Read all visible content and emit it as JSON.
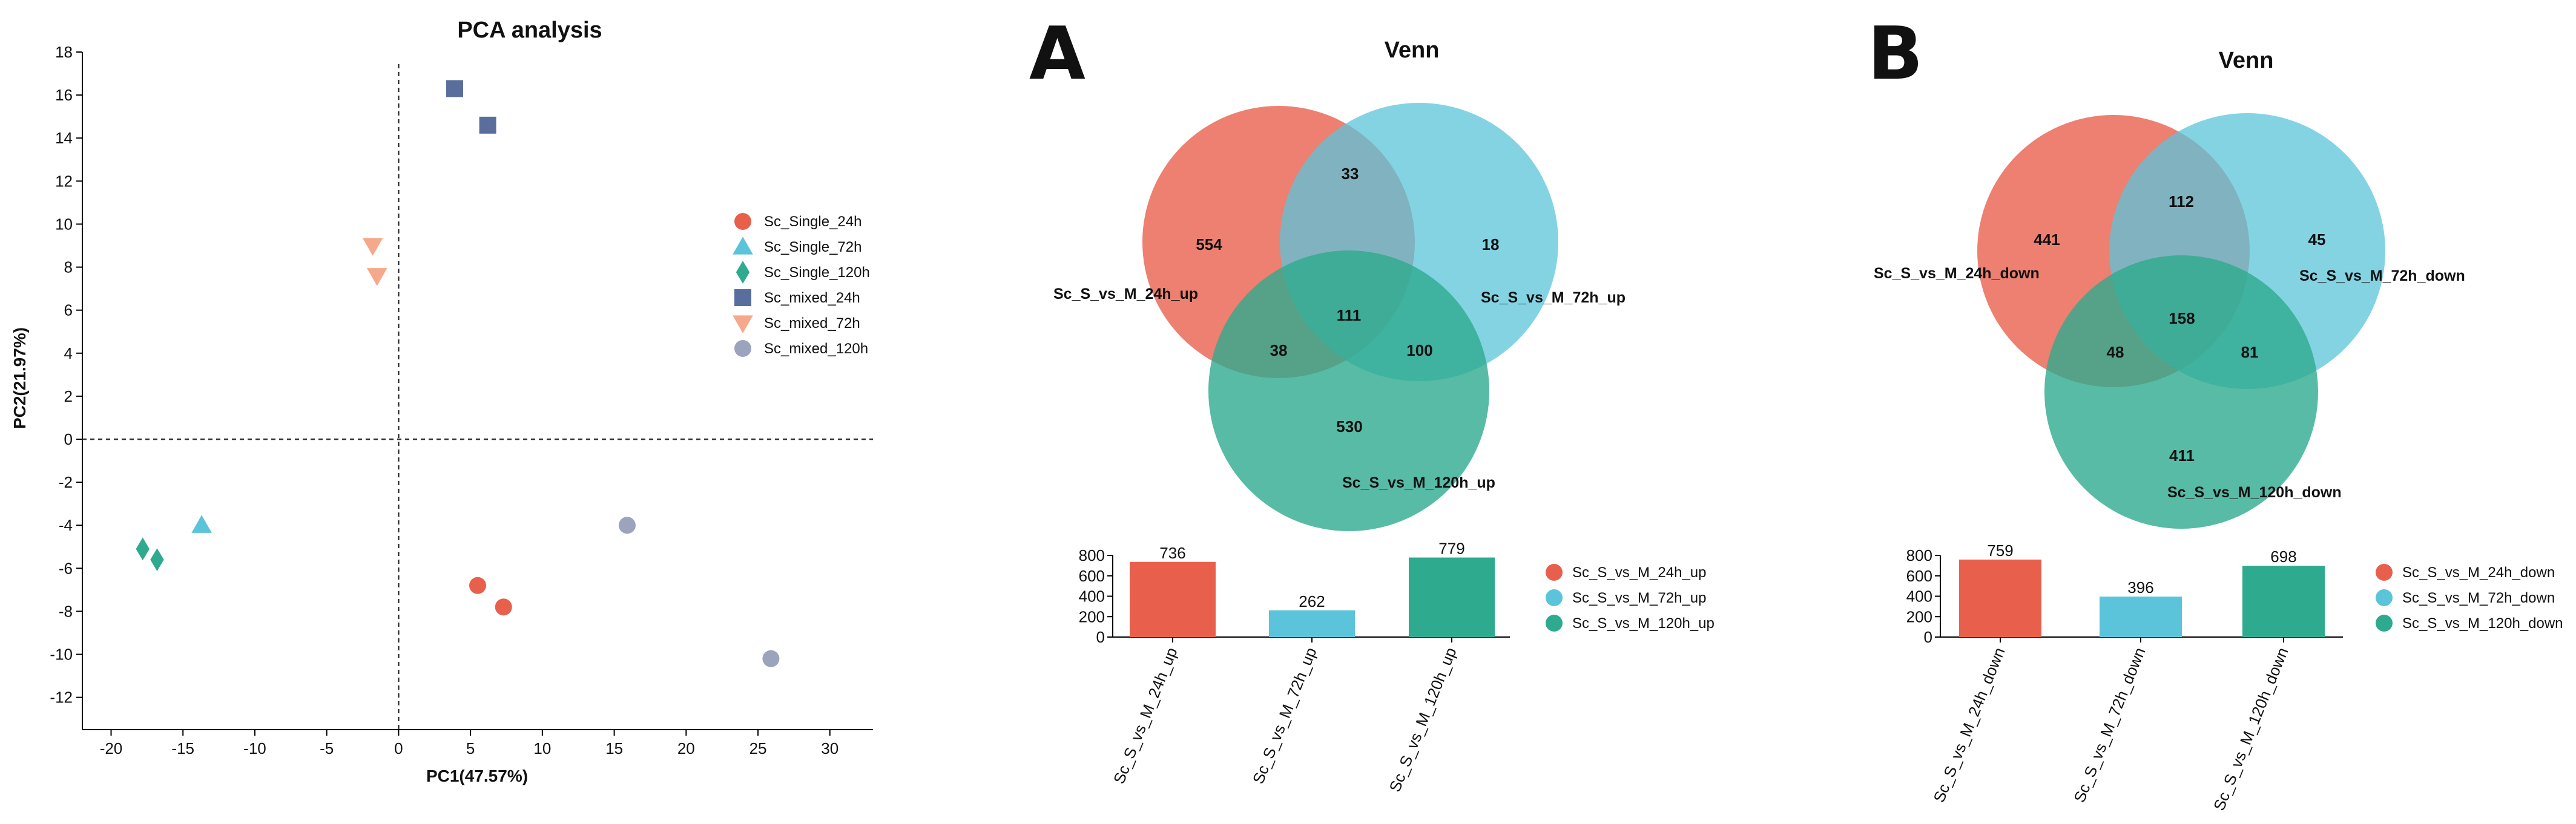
{
  "chart_data": [
    {
      "type": "scatter",
      "title": "PCA analysis",
      "xlabel": "PC1(47.57%)",
      "ylabel": "PC2(21.97%)",
      "xlim": [
        -22,
        33
      ],
      "ylim": [
        -13.5,
        18
      ],
      "xticks": [
        -20,
        -15,
        -10,
        -5,
        0,
        5,
        10,
        15,
        20,
        25,
        30
      ],
      "yticks": [
        18,
        16,
        14,
        12,
        10,
        8,
        6,
        4,
        2,
        0,
        -2,
        -4,
        -6,
        -8,
        -10,
        -12
      ],
      "reference_lines": {
        "x": 0,
        "y": 0,
        "style": "dashed"
      },
      "legend_position": "right",
      "series": [
        {
          "name": "Sc_Single_24h",
          "marker": "circle",
          "color": "#E8604C",
          "points": [
            [
              5.5,
              -6.8
            ],
            [
              7.3,
              -7.8
            ]
          ]
        },
        {
          "name": "Sc_Single_72h",
          "marker": "triangle-up",
          "color": "#5BC4DA",
          "points": [
            [
              -13.7,
              -4.0
            ]
          ]
        },
        {
          "name": "Sc_Single_120h",
          "marker": "diamond",
          "color": "#2EAA8E",
          "points": [
            [
              -17.8,
              -5.1
            ],
            [
              -16.8,
              -5.6
            ]
          ]
        },
        {
          "name": "Sc_mixed_24h",
          "marker": "square",
          "color": "#596E9C",
          "points": [
            [
              3.9,
              16.3
            ],
            [
              6.2,
              14.6
            ]
          ]
        },
        {
          "name": "Sc_mixed_72h",
          "marker": "triangle-down",
          "color": "#F5A98A",
          "points": [
            [
              -1.8,
              9.0
            ],
            [
              -1.5,
              7.6
            ]
          ]
        },
        {
          "name": "Sc_mixed_120h",
          "marker": "circle",
          "color": "#9CA3BD",
          "points": [
            [
              15.9,
              -4.0
            ],
            [
              25.9,
              -10.2
            ]
          ]
        }
      ]
    },
    {
      "type": "venn",
      "panel": "A",
      "title": "Venn",
      "sets": [
        "Sc_S_vs_M_24h_up",
        "Sc_S_vs_M_72h_up",
        "Sc_S_vs_M_120h_up"
      ],
      "colors": [
        "#E8604C",
        "#5BC4DA",
        "#2EAA8E"
      ],
      "regions": {
        "a": 554,
        "b": 18,
        "c": 530,
        "ab": 33,
        "ac": 38,
        "bc": 100,
        "abc": 111
      }
    },
    {
      "type": "bar",
      "panel": "A",
      "categories": [
        "Sc_S_vs_M_24h_up",
        "Sc_S_vs_M_72h_up",
        "Sc_S_vs_M_120h_up"
      ],
      "values": [
        736,
        262,
        779
      ],
      "colors": [
        "#E8604C",
        "#5BC4DA",
        "#2EAA8E"
      ],
      "ylim": [
        0,
        800
      ],
      "yticks": [
        0,
        200,
        400,
        600,
        800
      ],
      "legend": [
        "Sc_S_vs_M_24h_up",
        "Sc_S_vs_M_72h_up",
        "Sc_S_vs_M_120h_up"
      ],
      "legend_position": "right"
    },
    {
      "type": "venn",
      "panel": "B",
      "title": "Venn",
      "sets": [
        "Sc_S_vs_M_24h_down",
        "Sc_S_vs_M_72h_down",
        "Sc_S_vs_M_120h_down"
      ],
      "colors": [
        "#E8604C",
        "#5BC4DA",
        "#2EAA8E"
      ],
      "regions": {
        "a": 441,
        "b": 45,
        "c": 411,
        "ab": 112,
        "ac": 48,
        "bc": 81,
        "abc": 158
      }
    },
    {
      "type": "bar",
      "panel": "B",
      "categories": [
        "Sc_S_vs_M_24h_down",
        "Sc_S_vs_M_72h_down",
        "Sc_S_vs_M_120h_down"
      ],
      "values": [
        759,
        396,
        698
      ],
      "colors": [
        "#E8604C",
        "#5BC4DA",
        "#2EAA8E"
      ],
      "ylim": [
        0,
        800
      ],
      "yticks": [
        0,
        200,
        400,
        600,
        800
      ],
      "legend": [
        "Sc_S_vs_M_24h_down",
        "Sc_S_vs_M_72h_down",
        "Sc_S_vs_M_120h_down"
      ],
      "legend_position": "right"
    }
  ]
}
